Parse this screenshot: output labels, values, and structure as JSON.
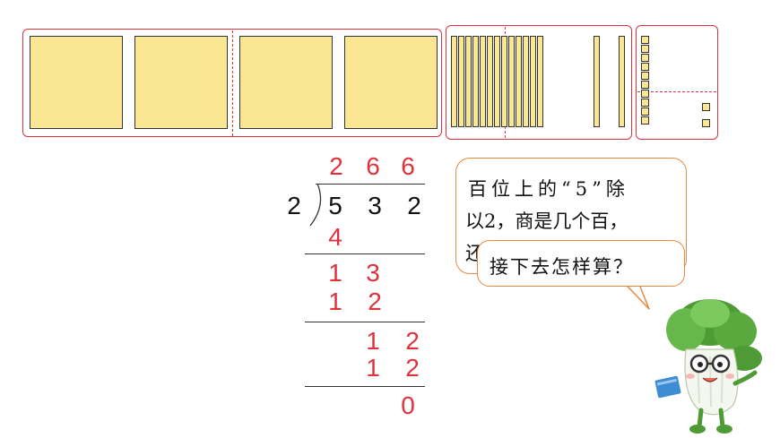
{
  "blocks": {
    "hundreds_count": 4,
    "tens_count": 13,
    "ones_count": 12
  },
  "division": {
    "quotient": [
      "2",
      "6",
      "6"
    ],
    "divisor": "2",
    "dividend": [
      "5",
      "3",
      "2"
    ],
    "step1_product": "4",
    "step2_remainder": [
      "1",
      "3"
    ],
    "step2_product": [
      "1",
      "2"
    ],
    "step3_remainder": [
      "1",
      "2"
    ],
    "step3_product": [
      "1",
      "2"
    ],
    "final_remainder": "0"
  },
  "bubbles": {
    "back_line1": "百位上的“5”除",
    "back_line2": "以2，商是几个百，",
    "back_line3_partial": "还",
    "front_text": "接下去怎样算？"
  },
  "colors": {
    "accent_red": "#e0323c",
    "block_fill": "#fbe694",
    "bubble_border": "#e88a3e"
  }
}
